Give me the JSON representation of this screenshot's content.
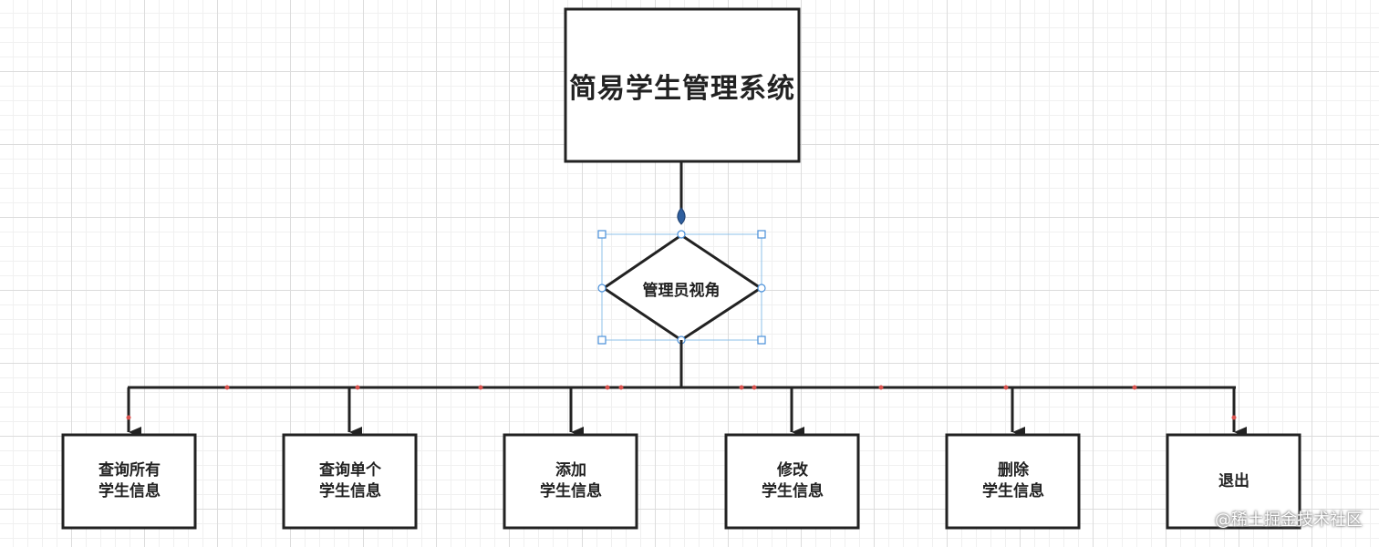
{
  "diagram": {
    "title": "简易学生管理系统",
    "role": "管理员视角",
    "functions": [
      "查询所有\n学生信息",
      "查询单个\n学生信息",
      "添加\n学生信息",
      "修改\n学生信息",
      "删除\n学生信息",
      "退出"
    ]
  },
  "watermark": "@稀土掘金技术社区",
  "colors": {
    "stroke": "#222222",
    "selection": "#4a90d9",
    "connection_point": "#d9534f",
    "grid_major": "#dcdcdc",
    "grid_minor": "#f0f0f0"
  }
}
